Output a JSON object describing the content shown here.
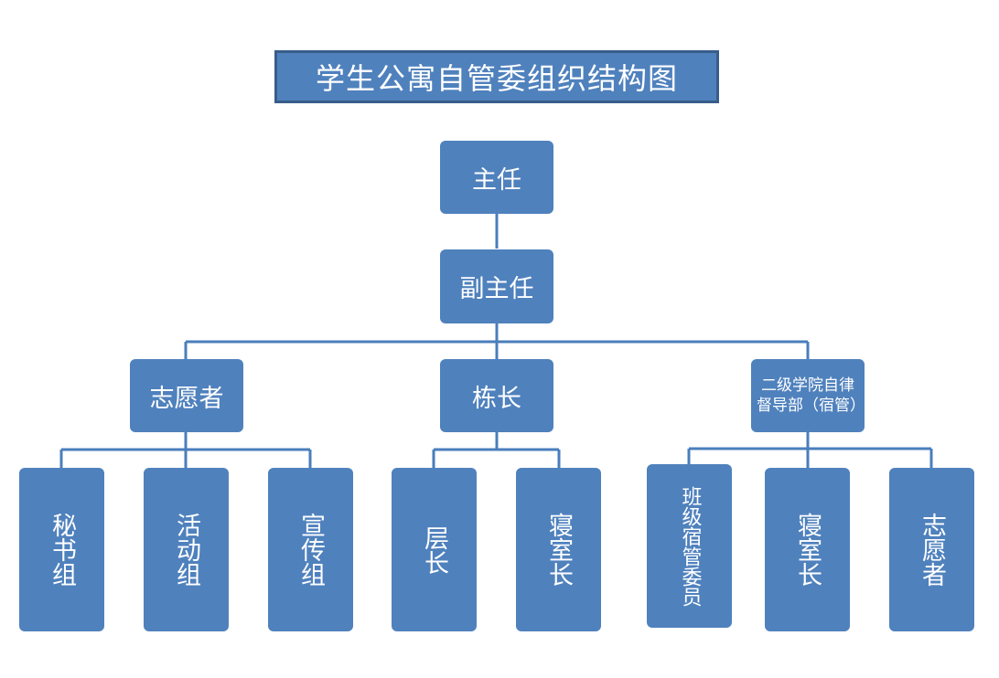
{
  "title": "学生公寓自管委组织结构图",
  "nodes": {
    "director": "主任",
    "deputy_director": "副主任",
    "volunteers": "志愿者",
    "building_head": "栋长",
    "college_dept": "二级学院自律督导部（宿管）",
    "secretary_group": "秘书组",
    "activity_group": "活动组",
    "publicity_group": "宣传组",
    "floor_head": "层长",
    "dorm_head_1": "寝室长",
    "class_dorm_committee": "班级宿管委员",
    "dorm_head_2": "寝室长",
    "volunteers_2": "志愿者"
  },
  "colors": {
    "box_fill": "#4f81bd",
    "box_border": "#385d8a",
    "connector": "#4a7ebb",
    "text": "#ffffff"
  }
}
